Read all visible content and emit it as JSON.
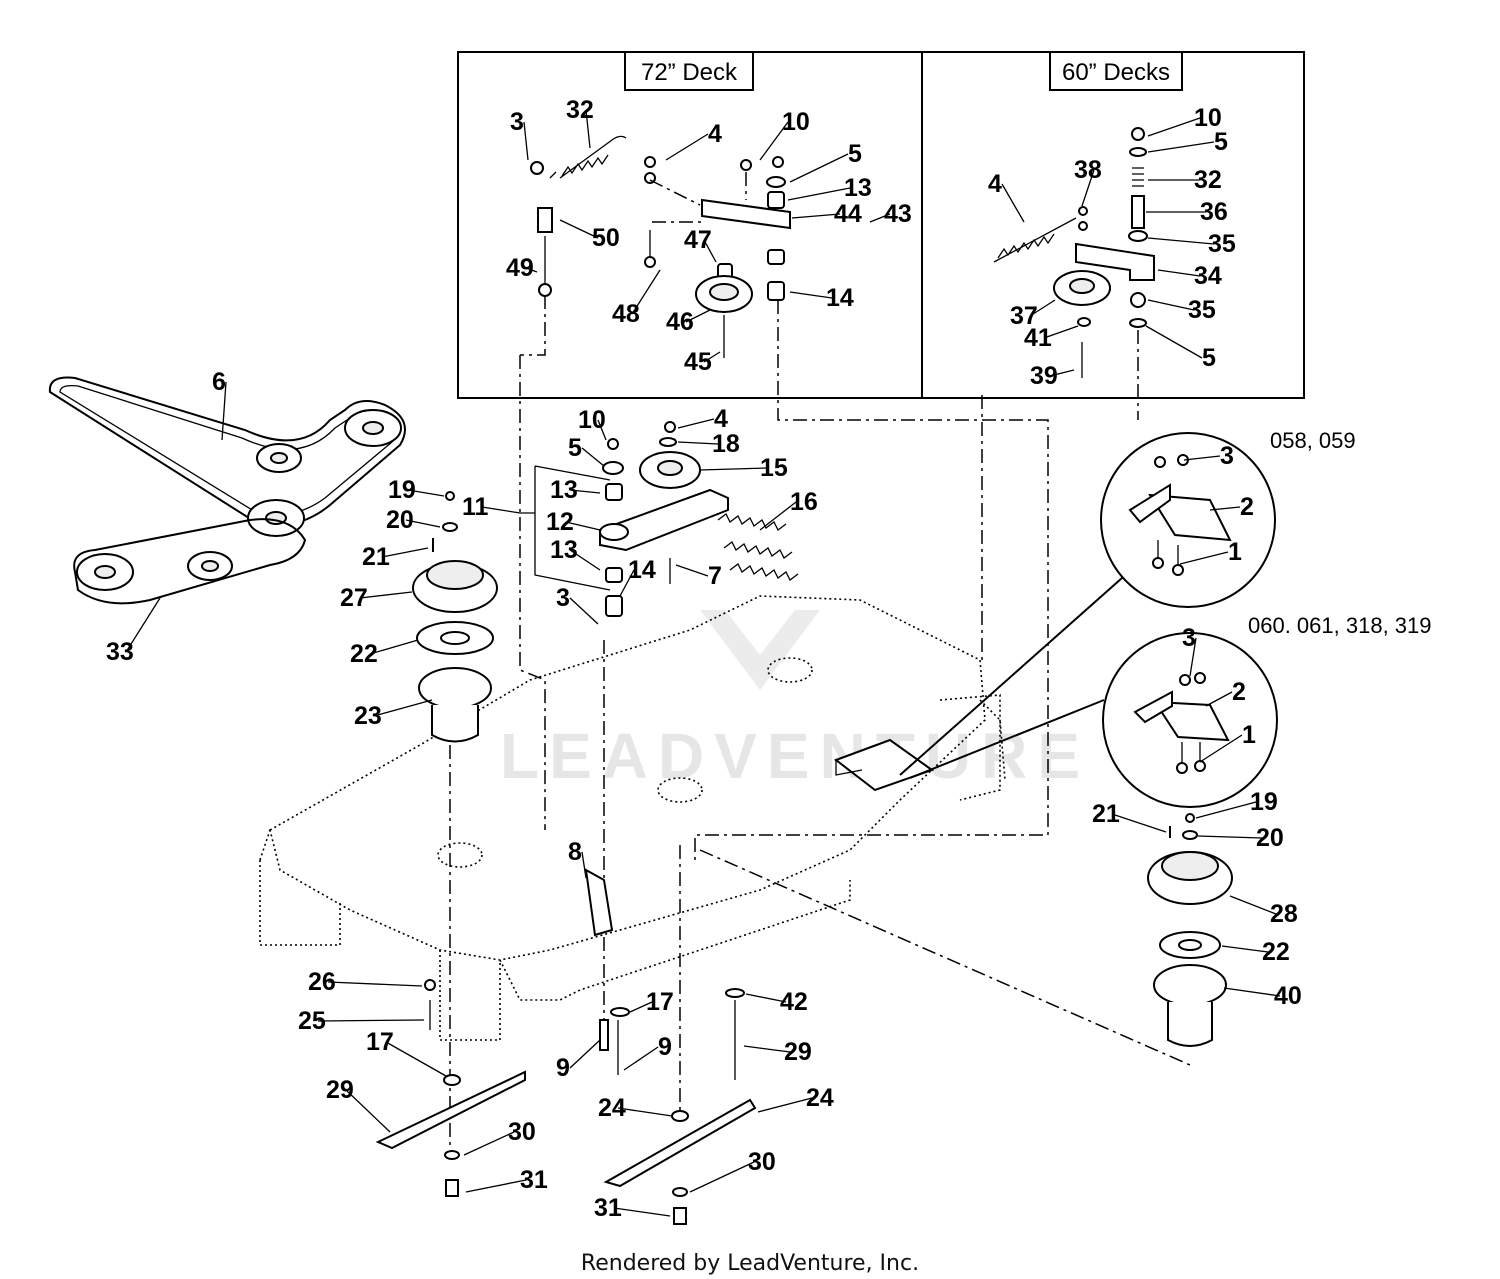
{
  "inset_72": {
    "title": "72” Deck"
  },
  "inset_60": {
    "title": "60” Decks"
  },
  "detail_a": {
    "label": "058, 059"
  },
  "detail_b": {
    "label": "060. 061, 318, 319"
  },
  "watermark": "LEADVENTURE",
  "footer": "Rendered by LeadVenture, Inc.",
  "callouts": [
    "3",
    "32",
    "4",
    "10",
    "5",
    "13",
    "44",
    "43",
    "50",
    "47",
    "49",
    "48",
    "46",
    "14",
    "45",
    "10",
    "5",
    "32",
    "4",
    "38",
    "36",
    "35",
    "34",
    "37",
    "35",
    "41",
    "5",
    "39",
    "6",
    "10",
    "4",
    "5",
    "18",
    "15",
    "11",
    "13",
    "16",
    "12",
    "13",
    "14",
    "7",
    "3",
    "19",
    "20",
    "21",
    "27",
    "33",
    "22",
    "23",
    "3",
    "2",
    "1",
    "3",
    "2",
    "1",
    "19",
    "21",
    "20",
    "28",
    "22",
    "40",
    "8",
    "26",
    "25",
    "17",
    "17",
    "42",
    "9",
    "9",
    "29",
    "24",
    "29",
    "24",
    "30",
    "30",
    "31",
    "31"
  ]
}
